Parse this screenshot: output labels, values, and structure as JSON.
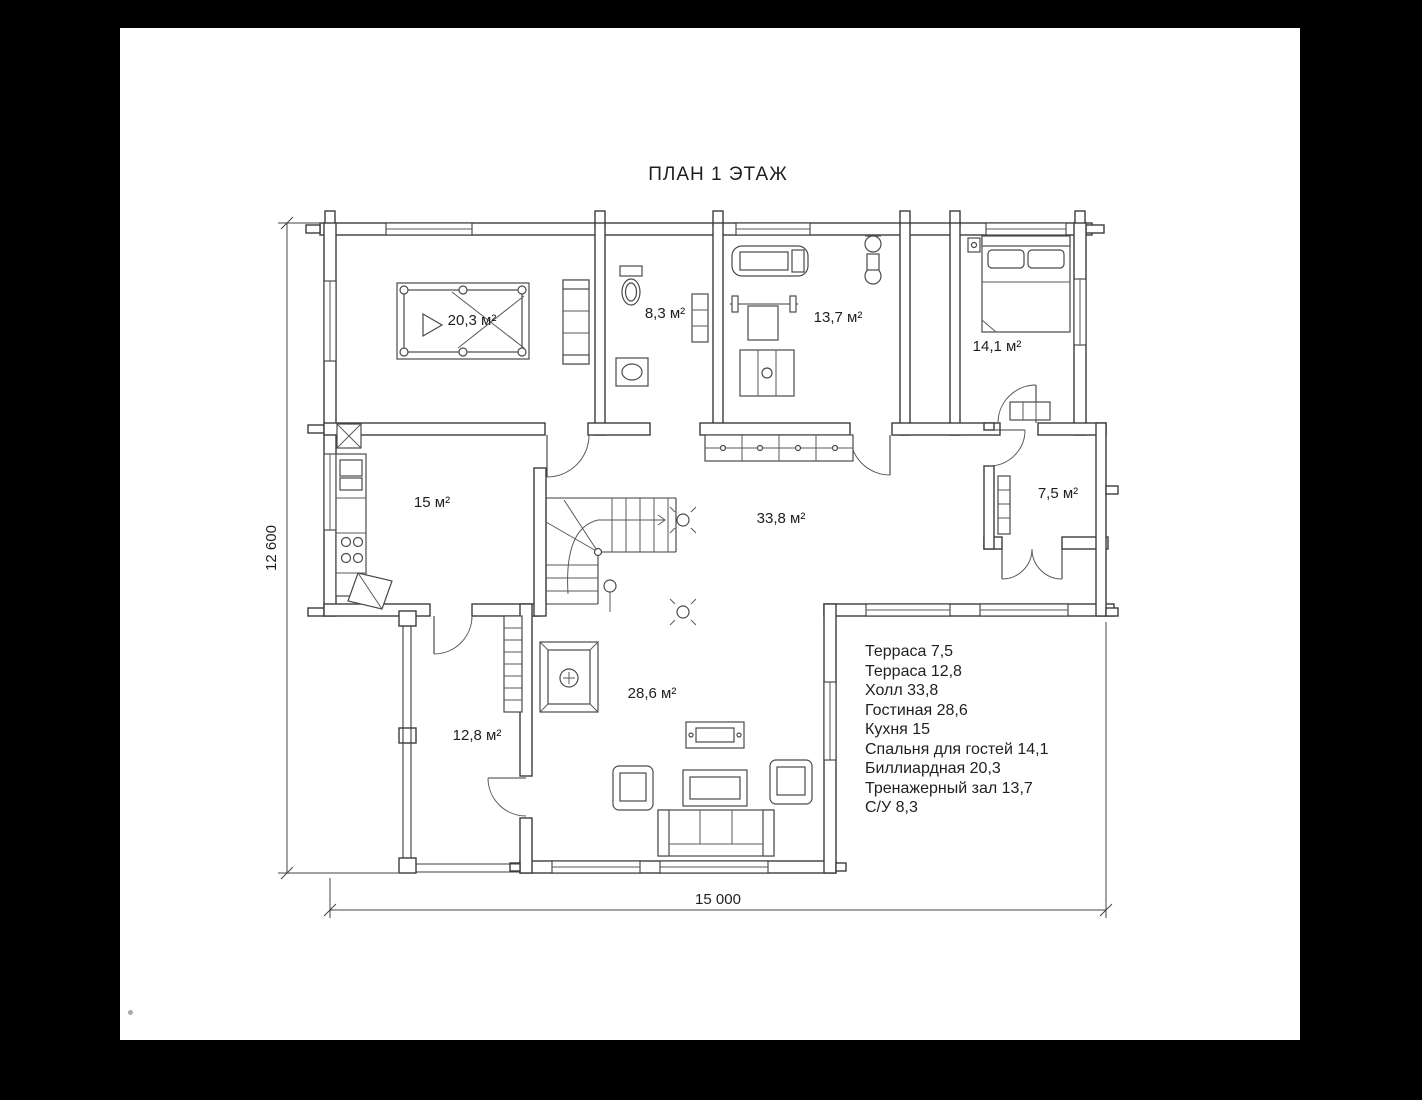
{
  "title": "ПЛАН 1 ЭТАЖ",
  "dimensions": {
    "height": "12 600",
    "width": "15 000"
  },
  "rooms": {
    "billiard": "20,3 м²",
    "bathroom": "8,3 м²",
    "gym": "13,7 м²",
    "guest_bedroom": "14,1 м²",
    "kitchen": "15 м²",
    "hall": "33,8 м²",
    "terrace_right": "7,5 м²",
    "living_room": "28,6 м²",
    "terrace_left": "12,8 м²"
  },
  "legend": {
    "items": [
      "Терраса 7,5",
      "Терраса 12,8",
      "Холл 33,8",
      "Гостиная 28,6",
      "Кухня 15",
      "Спальня для гостей 14,1",
      "Биллиардная 20,3",
      "Тренажерный зал 13,7",
      "С/У 8,3"
    ]
  }
}
